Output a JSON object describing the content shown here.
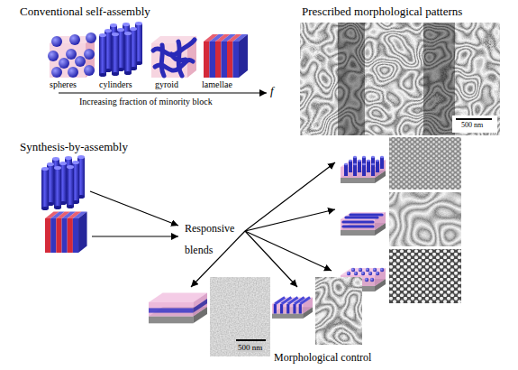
{
  "diagram": {
    "labels": [
      "Conventional self-assembly",
      "spheres",
      "cylinders",
      "gyroid",
      "lamellae",
      "Increasing fraction of minority block",
      "f",
      "Prescribed morphological patterns",
      "500 nm",
      "Synthesis-by-assembly",
      "Responsive blends",
      "500 nm",
      "Morphological control"
    ]
  }
}
